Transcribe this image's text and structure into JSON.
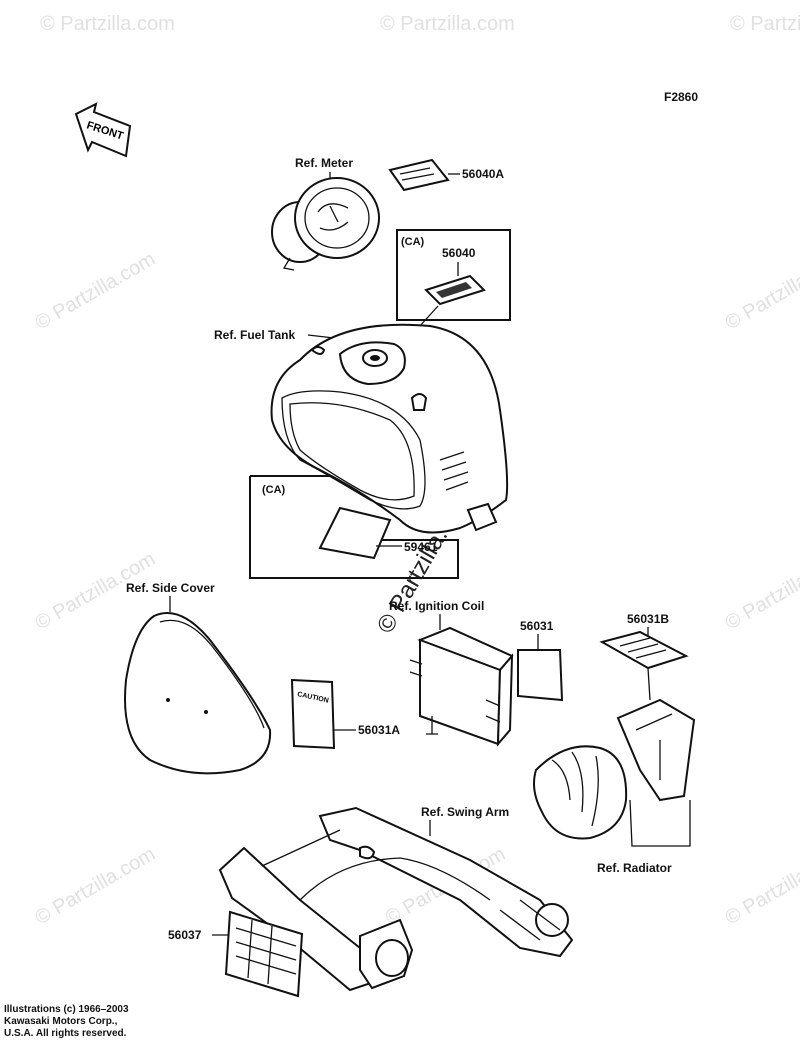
{
  "figure_code": "F2860",
  "front_label": "FRONT",
  "labels": {
    "ref_meter": "Ref. Meter",
    "part_56040a": "56040A",
    "ca_1": "(CA)",
    "part_56040": "56040",
    "ref_fuel_tank": "Ref. Fuel Tank",
    "ca_2": "(CA)",
    "part_59461": "59461",
    "ref_side_cover": "Ref. Side Cover",
    "ref_ignition_coil": "Ref. Ignition Coil",
    "part_56031": "56031",
    "part_56031b": "56031B",
    "part_56031a": "56031A",
    "ref_swing_arm": "Ref. Swing Arm",
    "ref_radiator": "Ref. Radiator",
    "part_56037": "56037",
    "caution_sticker": "CAUTION"
  },
  "watermark": {
    "text": "© Partzilla.com"
  },
  "copyright": {
    "line1": "Illustrations (c) 1966–2003",
    "line2": "Kawasaki Motors Corp.,",
    "line3": "U.S.A.  All rights reserved."
  }
}
